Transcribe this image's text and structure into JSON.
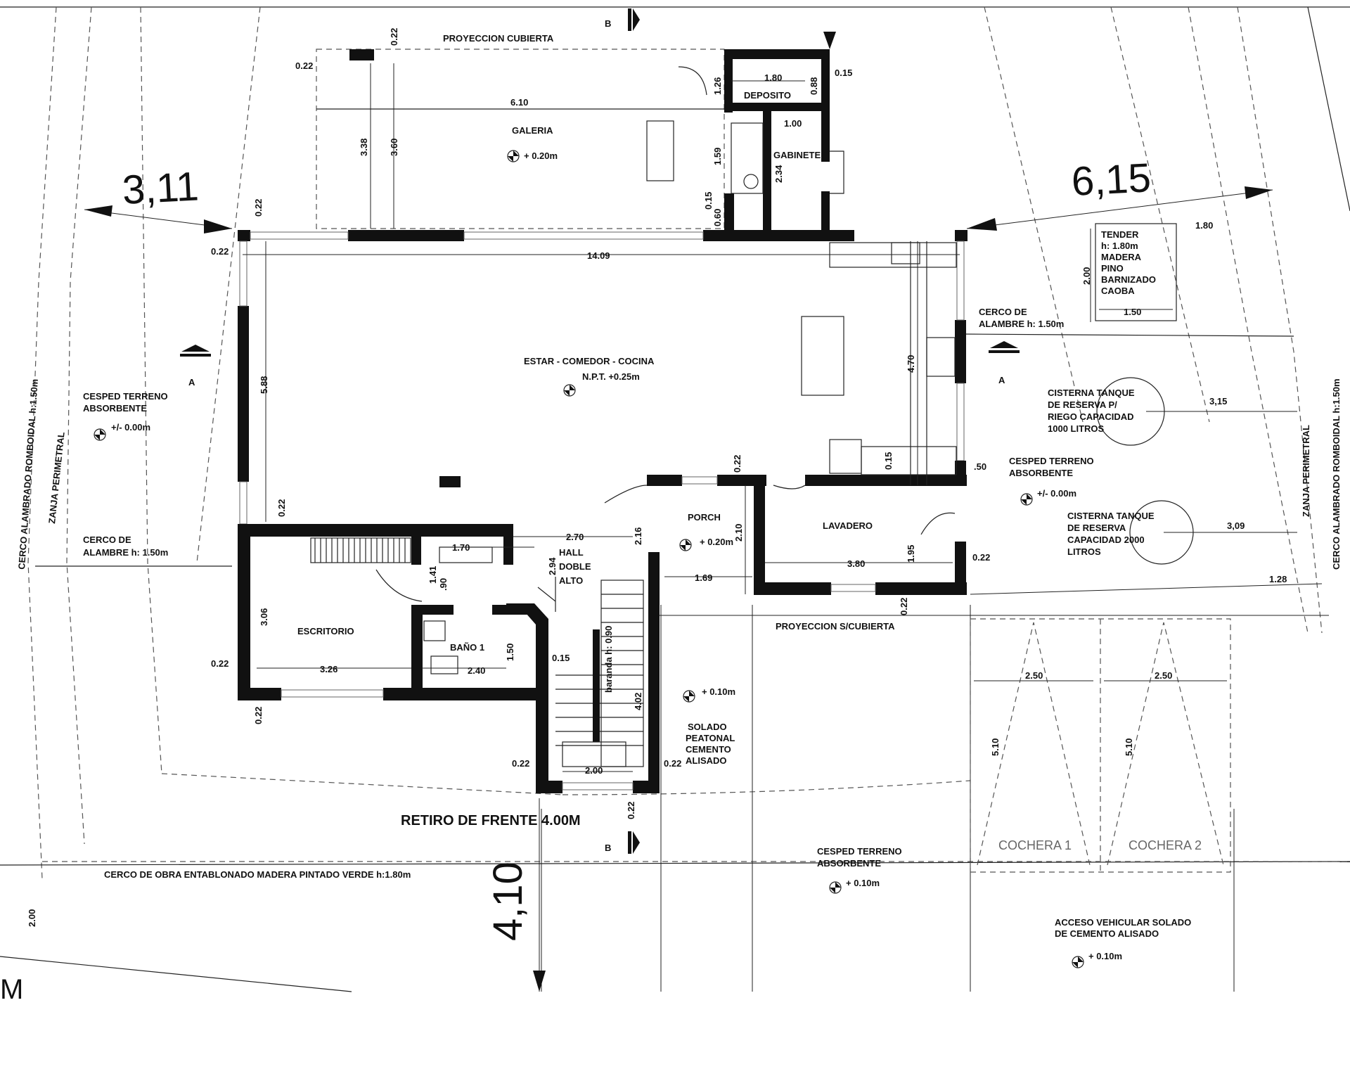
{
  "section_markers": {
    "b": "B",
    "a": "A"
  },
  "rooms": {
    "galeria": "GALERIA",
    "galeria_level": "+ 0.20m",
    "deposito": "DEPOSITO",
    "gabinete": "GABINETE",
    "estar": "ESTAR - COMEDOR - COCINA",
    "estar_level": "N.P.T. +0.25m",
    "escritorio": "ESCRITORIO",
    "bano": "BAÑO 1",
    "hall": [
      "HALL",
      "DOBLE",
      "ALTO"
    ],
    "porch": "PORCH",
    "porch_level": "+ 0.20m",
    "lavadero": "LAVADERO",
    "baranda": "baranda h: 0.90",
    "solado": [
      "SOLADO",
      "PEATONAL",
      "CEMENTO",
      "ALISADO"
    ],
    "solado_level": "+ 0.10m",
    "cochera1": "COCHERA 1",
    "cochera2": "COCHERA 2"
  },
  "labels": {
    "proyeccion_cubierta": "PROYECCION CUBIERTA",
    "proyeccion_semicubierta": "PROYECCION S/CUBIERTA",
    "cesped_left": [
      "CESPED TERRENO",
      "ABSORBENTE"
    ],
    "cesped_left_level": "+/- 0.00m",
    "cerco_alambre_left": [
      "CERCO DE",
      "ALAMBRE h: 1.50m"
    ],
    "cerco_alambrado_left": "CERCO ALAMBRADO ROMBOIDAL h:1.50m",
    "zanja_left": "ZANJA PERIMETRAL",
    "cerco_alambre_right": [
      "CERCO DE",
      "ALAMBRE h: 1.50m"
    ],
    "tender": [
      "TENDER",
      "h: 1.80m",
      "MADERA",
      "PINO",
      "BARNIZADO",
      "CAOBA"
    ],
    "cisterna_1": [
      "CISTERNA TANQUE",
      "DE RESERVA P/",
      "RIEGO CAPACIDAD",
      "1000 LITROS"
    ],
    "cisterna_2": [
      "CISTERNA TANQUE",
      "DE RESERVA",
      "CAPACIDAD 2000",
      "LITROS"
    ],
    "cesped_right": [
      "CESPED TERRENO",
      "ABSORBENTE"
    ],
    "cesped_right_level": "+/- 0.00m",
    "zanja_right": "ZANJA PERIMETRAL",
    "cerco_alambrado_right": "CERCO ALAMBRADO ROMBOIDAL h:1.50m",
    "retiro": "RETIRO DE FRENTE 4.00M",
    "cerco_obra": "CERCO DE OBRA ENTABLONADO MADERA PINTADO VERDE h:1.80m",
    "cesped_front": [
      "CESPED TERRENO",
      "ABSORBENTE"
    ],
    "cesped_front_level": "+ 0.10m",
    "acceso": [
      "ACCESO VEHICULAR SOLADO",
      "DE CEMENTO ALISADO"
    ],
    "acceso_level": "+ 0.10m",
    "corner_letter": "M"
  },
  "setbacks": {
    "left": "3,11",
    "right": "6,15",
    "front": "4,10"
  },
  "dims": {
    "d022": "0.22",
    "d610": "6.10",
    "d338": "3.38",
    "d360": "3.60",
    "d180": "1.80",
    "d126": "1.26",
    "d088": "0.88",
    "d015": "0.15",
    "d100": "1.00",
    "d159": "1.59",
    "d234": "2.34",
    "d060": "0.60",
    "d1409": "14.09",
    "d588": "5.88",
    "d470": "4.70",
    "d200": "2.00",
    "d150": "1.50",
    "d050": ".50",
    "d315": "3,15",
    "d309": "3,09",
    "d270": "2.70",
    "d294": "2.94",
    "d216": "2.16",
    "d170": "1.70",
    "d141": "1.41",
    "d090": ".90",
    "d306": "3.06",
    "d326": "3.26",
    "d240": "2.40",
    "d402": "4.02",
    "d210": "2.10",
    "d169": "1.69",
    "d195": "1.95",
    "d380": "3.80",
    "d250": "2.50",
    "d510": "5.10",
    "d128": "1.28"
  }
}
